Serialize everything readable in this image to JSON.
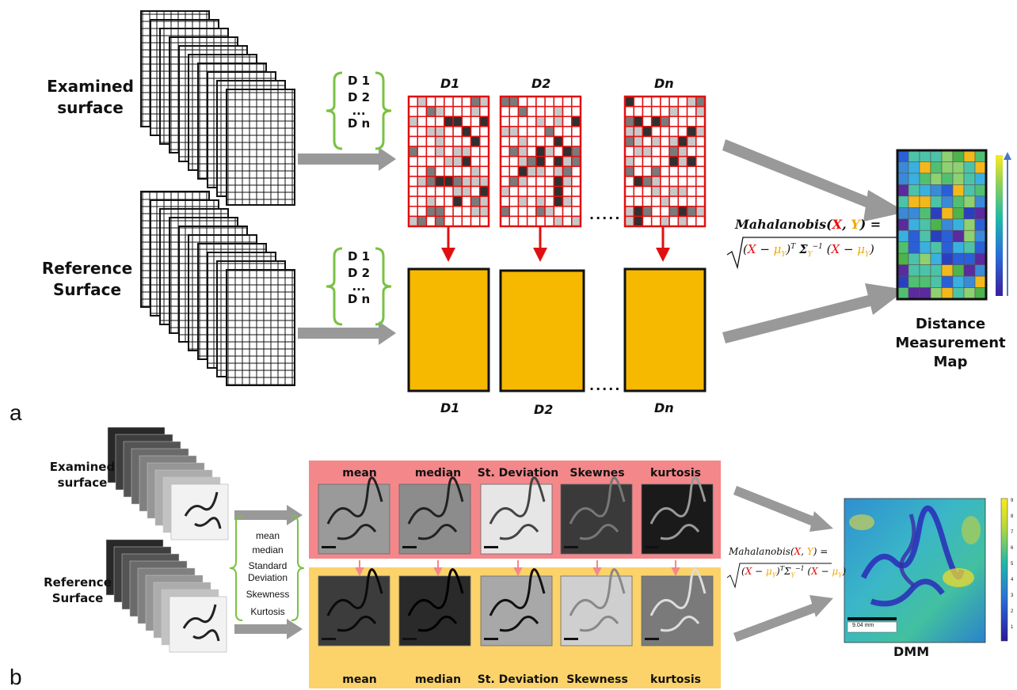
{
  "panel_a": {
    "letter": "a",
    "examined_label": "Examined\nsurface",
    "reference_label": "Reference\nSurface",
    "descriptors": [
      "D 1",
      "D 2",
      "...",
      "D n"
    ],
    "map_titles_top": [
      "D1",
      "D2",
      "Dn"
    ],
    "map_titles_bottom": [
      "D1",
      "D2",
      "Dn"
    ],
    "ellipsis": ".....",
    "formula_line1": "Mahalanobis(X, Y) =",
    "formula_line2": "(X − μY)T ΣY−1 (X − μY)",
    "output_label": "Distance\nMeasurement\nMap",
    "colors": {
      "red_grid": "#e01010",
      "reference_fill": "#f7b800",
      "arrow": "#999999"
    }
  },
  "panel_b": {
    "letter": "b",
    "examined_label": "Examined\nsurface",
    "reference_label": "Reference\nSurface",
    "statistics": [
      "mean",
      "median",
      "Standard\nDeviation",
      "Skewness",
      "Kurtosis"
    ],
    "top_titles": [
      "mean",
      "median",
      "St. Deviation",
      "Skewnes",
      "kurtosis"
    ],
    "bottom_titles": [
      "mean",
      "median",
      "St. Deviation",
      "Skewness",
      "kurtosis"
    ],
    "formula_line1": "Mahalanobis(X, Y) =",
    "formula_line2": "(X − μY)T ΣY−1 (X − μY)",
    "output_label": "DMM",
    "scale_text": "9.04 mm",
    "colorbar_ticks": [
      "9",
      "8",
      "7",
      "6",
      "5",
      "4",
      "3",
      "2",
      "1"
    ],
    "colors": {
      "top_panel": "#f4878a",
      "bottom_panel": "#fbd36a"
    }
  }
}
